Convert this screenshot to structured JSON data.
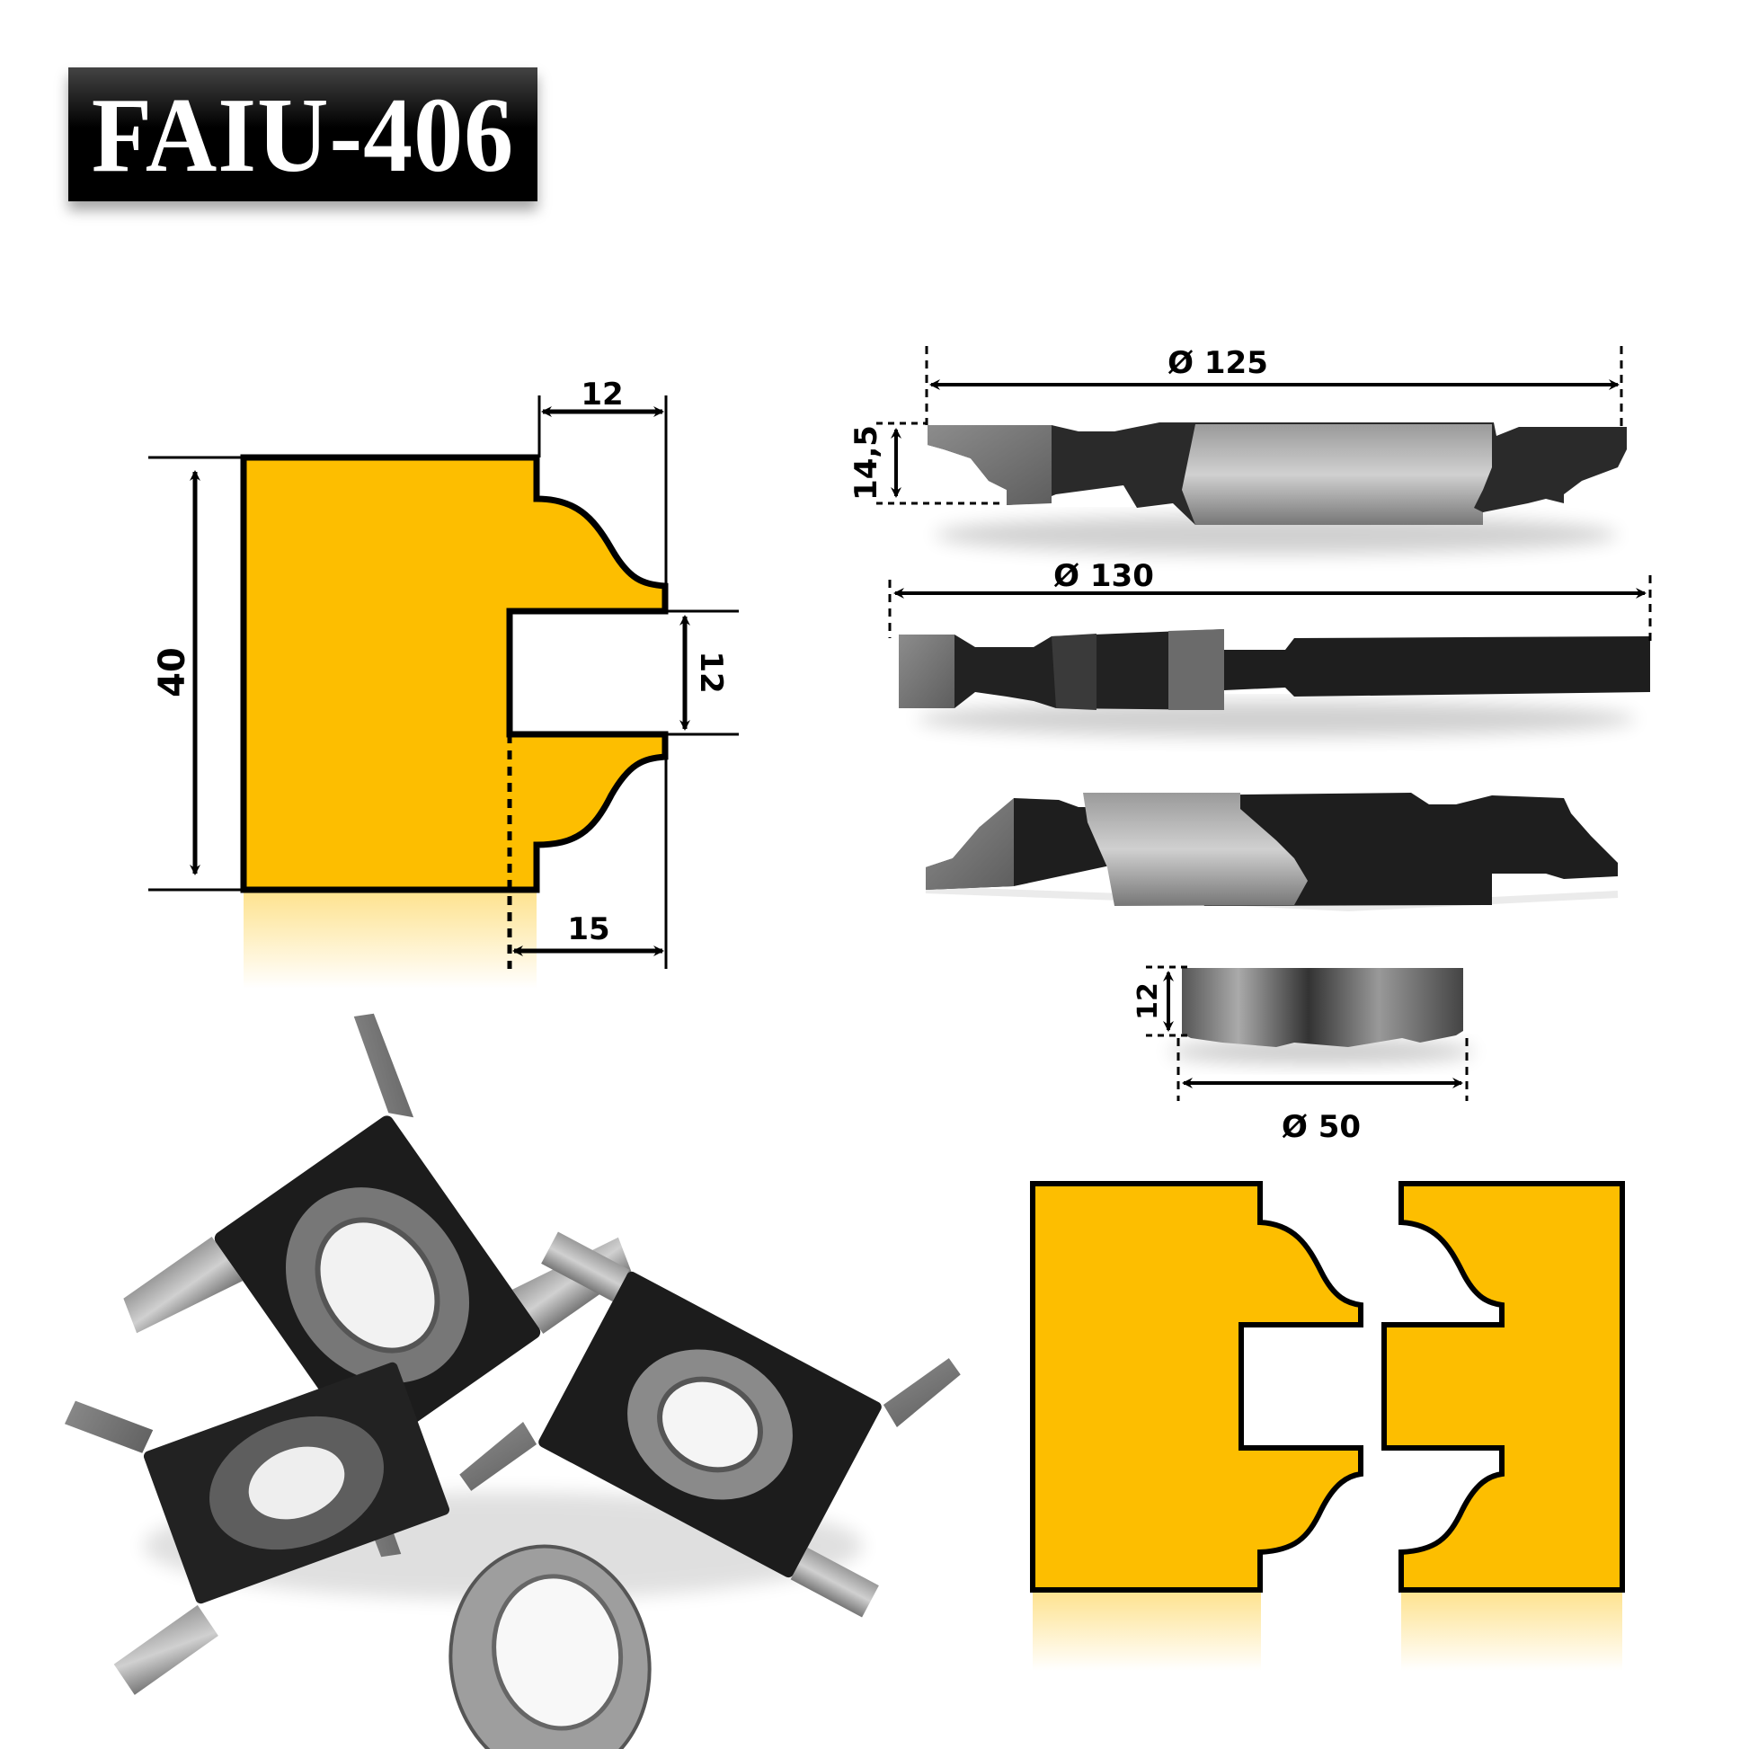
{
  "title": "FAIU-406",
  "colors": {
    "profile_fill": "#FDBE00",
    "outline": "#000000",
    "title_bg": "#000000",
    "title_text": "#FFFFFF",
    "background": "#FFFFFF"
  },
  "profile_drawing": {
    "dimensions": {
      "height": "40",
      "top_width": "12",
      "groove_height": "12",
      "bottom_depth": "15"
    }
  },
  "cutters": [
    {
      "name": "profile-cutter",
      "diameter_label": "Ø 125",
      "height_label": "14,5"
    },
    {
      "name": "groove-cutter",
      "diameter_label": "Ø 130"
    },
    {
      "name": "tongue-cutter"
    }
  ],
  "spacer": {
    "diameter_label": "Ø 50",
    "height_label": "12"
  },
  "assembled_profiles": {
    "pieces": [
      "left-board-profile",
      "right-board-profile"
    ]
  },
  "photo": {
    "subject": "set-of-shaper-cutters-with-spacer-ring"
  }
}
